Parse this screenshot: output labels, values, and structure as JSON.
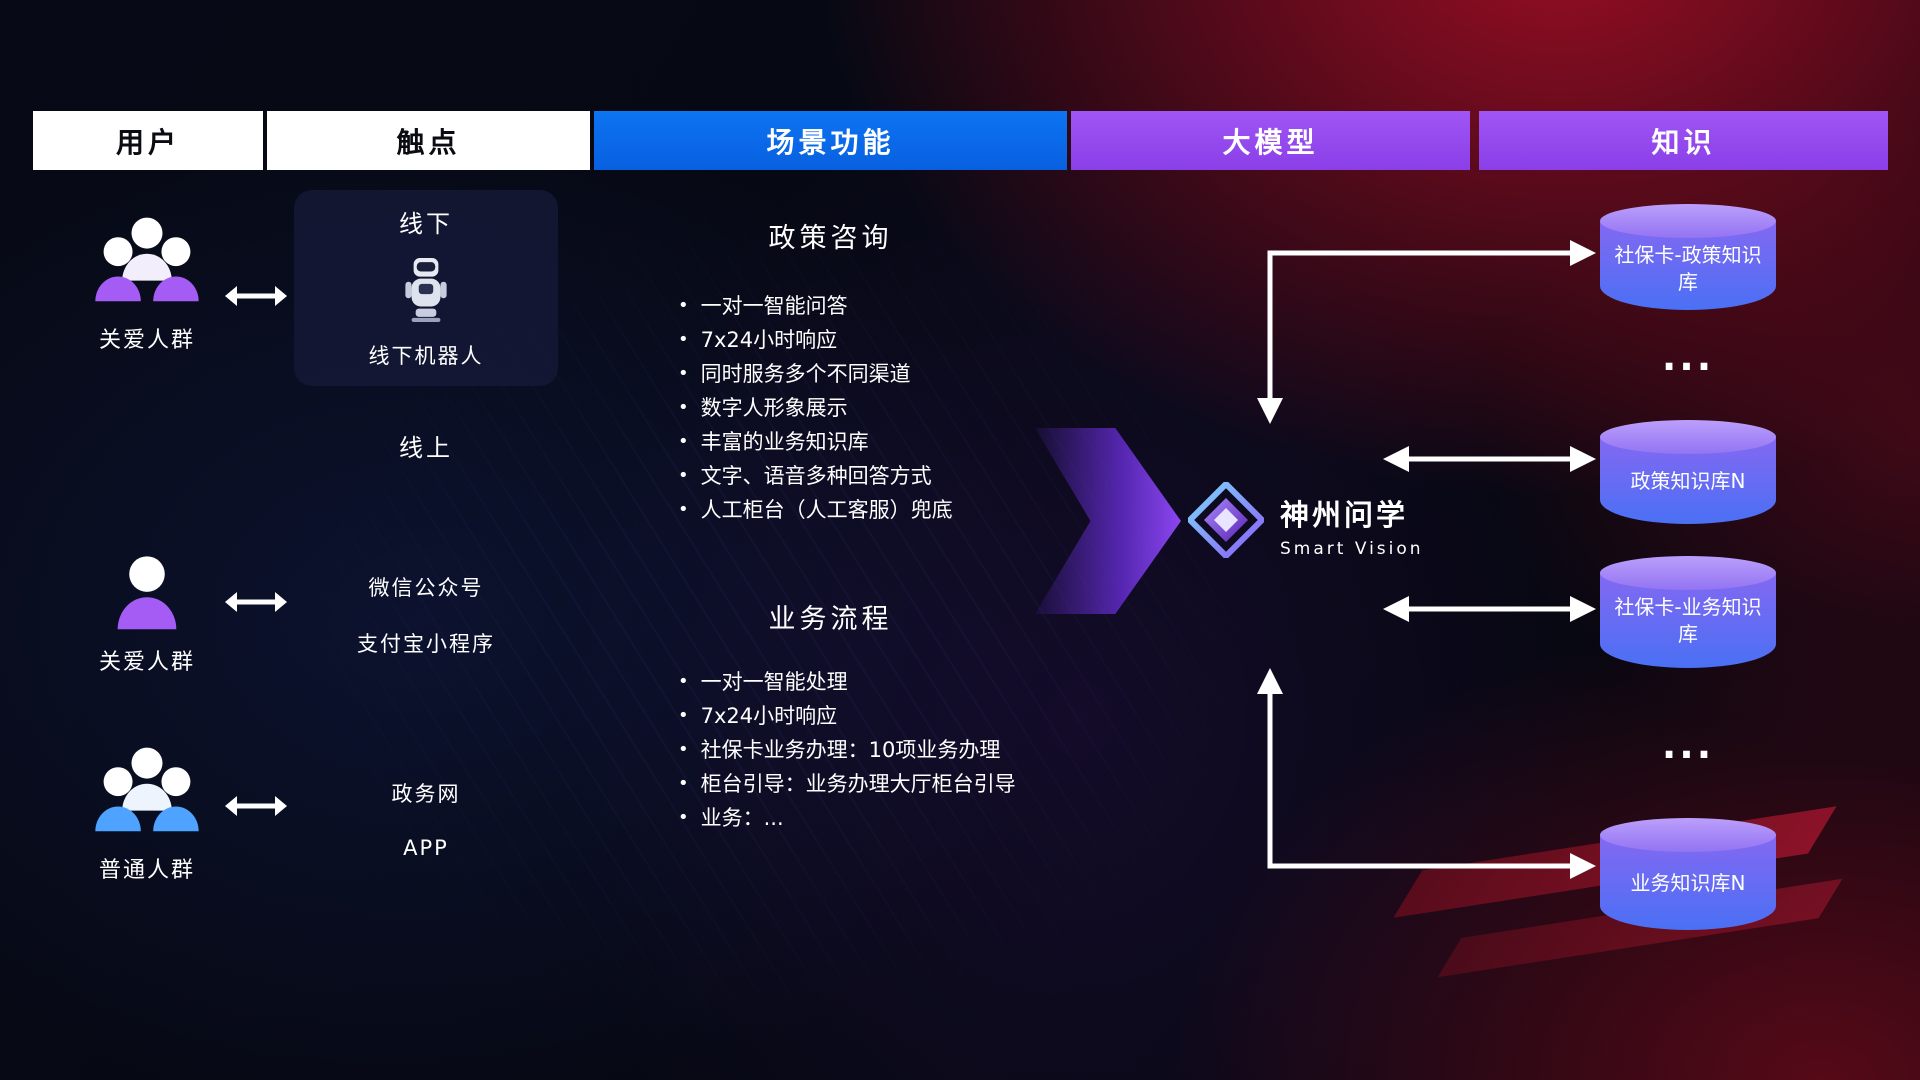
{
  "header": {
    "columns": [
      {
        "label": "用户"
      },
      {
        "label": "触点"
      },
      {
        "label": "场景功能"
      },
      {
        "label": "大模型"
      },
      {
        "label": "知识"
      }
    ]
  },
  "users": [
    {
      "label": "关爱人群",
      "type": "group",
      "color": "#a55cf5"
    },
    {
      "label": "关爱人群",
      "type": "single",
      "color": "#a55cf5"
    },
    {
      "label": "普通人群",
      "type": "group",
      "color": "#4da3ff"
    }
  ],
  "touchpoints": {
    "offline": {
      "title": "线下",
      "robot_label": "线下机器人"
    },
    "online_label": "线上",
    "online_channels": [
      "微信公众号",
      "支付宝小程序"
    ],
    "gov_channels": [
      "政务网",
      "APP"
    ]
  },
  "scenario": {
    "policy": {
      "title": "政策咨询",
      "items": [
        "一对一智能问答",
        "7x24小时响应",
        "同时服务多个不同渠道",
        "数字人形象展示",
        "丰富的业务知识库",
        "文字、语音多种回答方式",
        "人工柜台（人工客服）兜底"
      ]
    },
    "business": {
      "title": "业务流程",
      "items": [
        "一对一智能处理",
        "7x24小时响应",
        "社保卡业务办理：10项业务办理",
        "柜台引导：业务办理大厅柜台引导",
        "业务：..."
      ]
    }
  },
  "model": {
    "name": "神州问学",
    "subtitle": "Smart Vision"
  },
  "knowledge": {
    "db1": "社保卡-政策知识库",
    "ellipsis1": "...",
    "db2": "政策知识库N",
    "db3": "社保卡-业务知识库",
    "ellipsis2": "...",
    "db4": "业务知识库N"
  },
  "colors": {
    "blue_header": "#0a6cf0",
    "purple_header": "#9b4df0",
    "user_purple": "#a55cf5",
    "user_blue": "#4da3ff",
    "db_cap": "#a98df8",
    "db_body_top": "#8468f2",
    "db_body_bottom": "#4a70f4",
    "arrow_white": "#ffffff"
  }
}
